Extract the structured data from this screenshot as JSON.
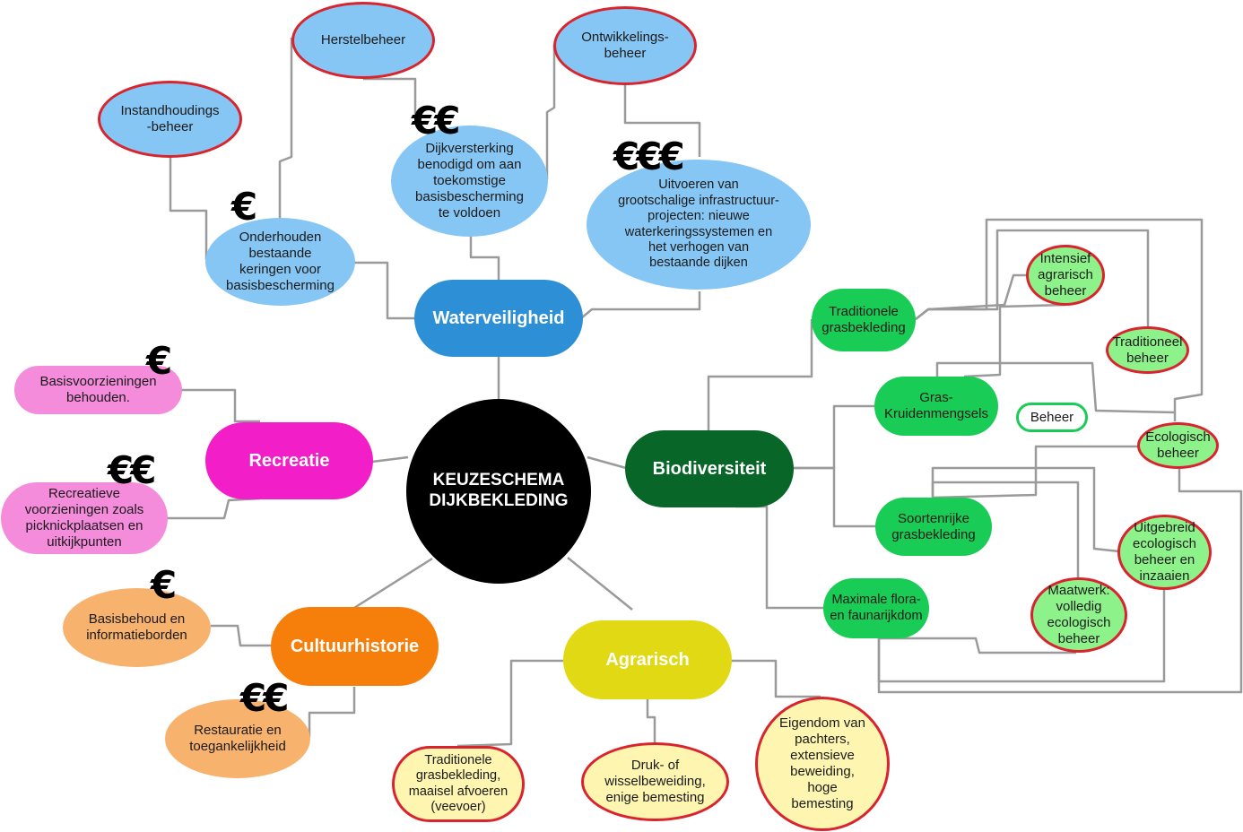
{
  "center": {
    "line1": "KEUZESCHEMA",
    "line2": "DIJKBEKLEDING"
  },
  "colors": {
    "waterveiligheid": "#2d8fd5",
    "recreatie": "#f21fc8",
    "cultuurhistorie": "#f57f0a",
    "agrarisch": "#e0d914",
    "biodiversiteit": "#076628",
    "highlight_border": "#d9232d",
    "connector": "#9a9a9a"
  },
  "categories": {
    "waterveiligheid": "Waterveiligheid",
    "recreatie": "Recreatie",
    "cultuurhistorie": "Cultuurhistorie",
    "agrarisch": "Agrarisch",
    "biodiversiteit": "Biodiversiteit"
  },
  "waterveiligheid": {
    "beheer": [
      "Instandhoudings\n-beheer",
      "Herstelbeheer",
      "Ontwikkelings-\nbeheer"
    ],
    "options": [
      {
        "text": "Onderhouden\nbestaande\nkeringen voor\nbasisbescherming",
        "cost": "€"
      },
      {
        "text": "Dijkversterking\nbenodigd om aan\ntoekomstige\nbasisbescherming\nte voldoen",
        "cost": "€€"
      },
      {
        "text": "Uitvoeren van\ngrootschalige infrastructuur-\nprojecten: nieuwe\nwaterkeringssystemen en\nhet verhogen van\nbestaande dijken",
        "cost": "€€€"
      }
    ]
  },
  "recreatie": {
    "options": [
      {
        "text": "Basisvoorzieningen\nbehouden.",
        "cost": "€"
      },
      {
        "text": "Recreatieve\nvoorzieningen zoals\npicknickplaatsen en\nuitkijkpunten",
        "cost": "€€"
      }
    ]
  },
  "cultuurhistorie": {
    "options": [
      {
        "text": "Basisbehoud en\ninformatieborden",
        "cost": "€"
      },
      {
        "text": "Restauratie en\ntoegankelijkheid",
        "cost": "€€"
      }
    ]
  },
  "agrarisch": {
    "options": [
      "Traditionele\ngrasbekleding,\nmaaisel afvoeren\n(veevoer)",
      "Druk- of\nwisselbeweiding,\nenige bemesting",
      "Eigendom van\npachters,\nextensieve\nbeweiding,\nhoge\nbemesting"
    ]
  },
  "biodiversiteit": {
    "types": [
      "Traditionele\ngrasbekleding",
      "Gras-\nKruidenmengsels",
      "Soortenrijke\ngrasbekleding",
      "Maximale flora-\nen faunarijkdom"
    ],
    "legend_label": "Beheer",
    "beheer": [
      "Intensief\nagrarisch\nbeheer",
      "Traditioneel\nbeheer",
      "Ecologisch\nbeheer",
      "Uitgebreid\necologisch\nbeheer en\ninzaaien",
      "Maatwerk:\nvolledig\necologisch\nbeheer"
    ]
  }
}
